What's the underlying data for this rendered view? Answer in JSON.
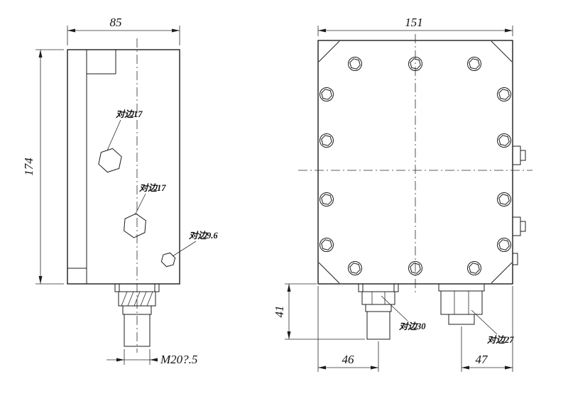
{
  "left_view": {
    "dim_width": "85",
    "dim_height": "174",
    "hex_top_label": "对边17",
    "hex_mid_label": "对边17",
    "hex_small_label": "对边9.6",
    "thread_label": "M20?.5"
  },
  "right_view": {
    "dim_width": "151",
    "dim_height": "41",
    "dim_left_offset": "46",
    "dim_right_offset": "47",
    "gland_left_label": "对边30",
    "gland_right_label": "对边27"
  }
}
